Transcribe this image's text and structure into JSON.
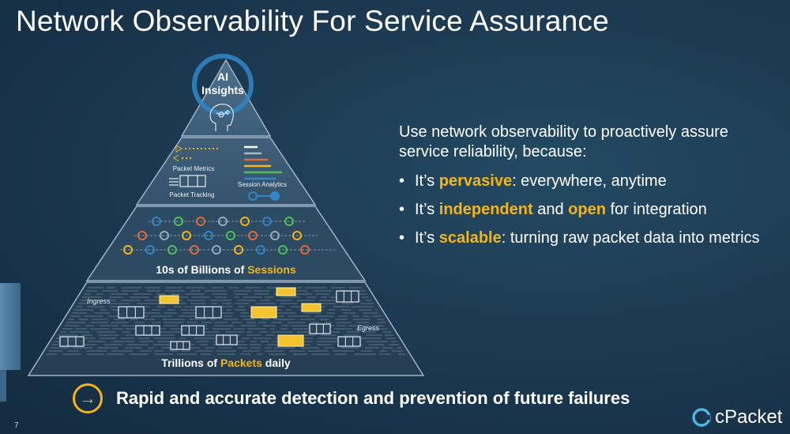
{
  "title": "Network Observability For Service Assurance",
  "pyramid": {
    "top": {
      "line1": "AI",
      "line2": "Insights"
    },
    "tier2": {
      "packet_metrics": "Packet Metrics",
      "packet_tracking": "Packet Tracking",
      "session_analytics": "Session Analytics"
    },
    "tier3": {
      "prefix": "10s of Billions of ",
      "highlight": "Sessions"
    },
    "tier4": {
      "prefix": "Trillions of ",
      "highlight": "Packets",
      "suffix": " daily",
      "ingress": "Ingress",
      "egress": "Egress"
    }
  },
  "bullets": {
    "intro": "Use network observability to proactively assure service reliability, because:",
    "items": [
      {
        "pre": "It’s ",
        "hl1": "pervasive",
        "mid": ": everywhere, anytime",
        "hl2": "",
        "post": ""
      },
      {
        "pre": "It’s ",
        "hl1": "independent",
        "mid": " and ",
        "hl2": "open",
        "post": " for integration"
      },
      {
        "pre": "It’s ",
        "hl1": "scalable",
        "mid": ": turning raw packet data into metrics",
        "hl2": "",
        "post": ""
      }
    ]
  },
  "bottom": {
    "text": "Rapid and accurate detection and prevention of future failures",
    "icon": "arrow-right-circle-icon"
  },
  "page_number": "7",
  "logo": {
    "text": "cPacket",
    "icon": "cpacket-logo-icon"
  },
  "colors": {
    "accent": "#f4b41a",
    "background": "#1c3a52"
  }
}
